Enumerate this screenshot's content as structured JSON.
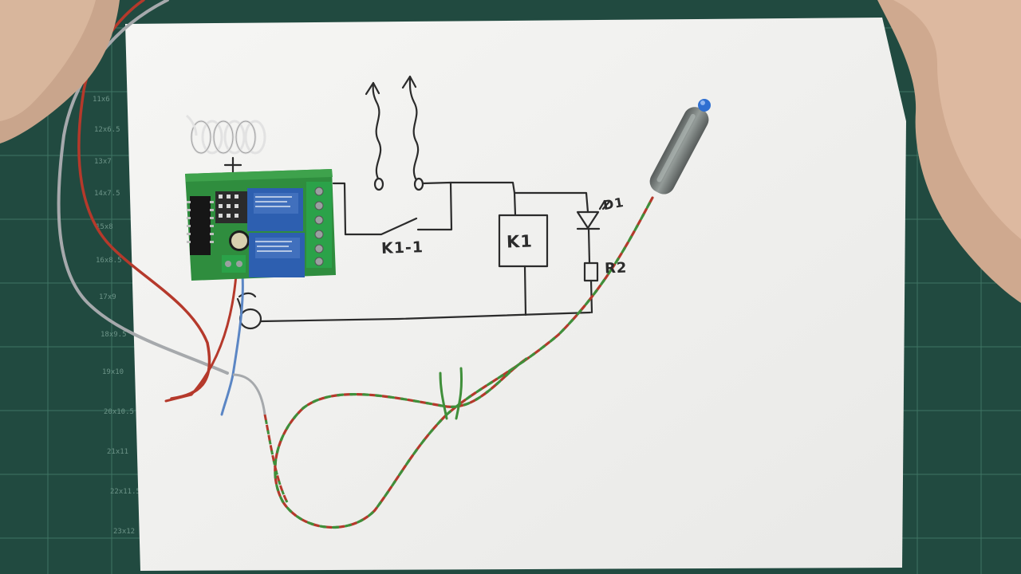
{
  "schematic": {
    "switch_label": "K1-1",
    "relay_label": "K1",
    "led_label": "D1",
    "resistor_label": "R2"
  },
  "cutting_mat": {
    "marks": [
      "11x6",
      "12x6.5",
      "13x7",
      "14x7.5",
      "15x8",
      "16x8.5",
      "17x9",
      "18x9.5",
      "19x10",
      "20x10.5",
      "21x11",
      "22x11.5",
      "23x12"
    ]
  },
  "colors": {
    "mat": "#214a40",
    "paper": "#f3f3f1",
    "pcb": "#2f8d3e",
    "relay": "#2d5fb0",
    "wire_red": "#b5392b",
    "wire_green": "#3f8f3a",
    "wire_gray": "#a6a9ac",
    "led": "#2f6fd1",
    "ink": "#2b2b2b"
  }
}
